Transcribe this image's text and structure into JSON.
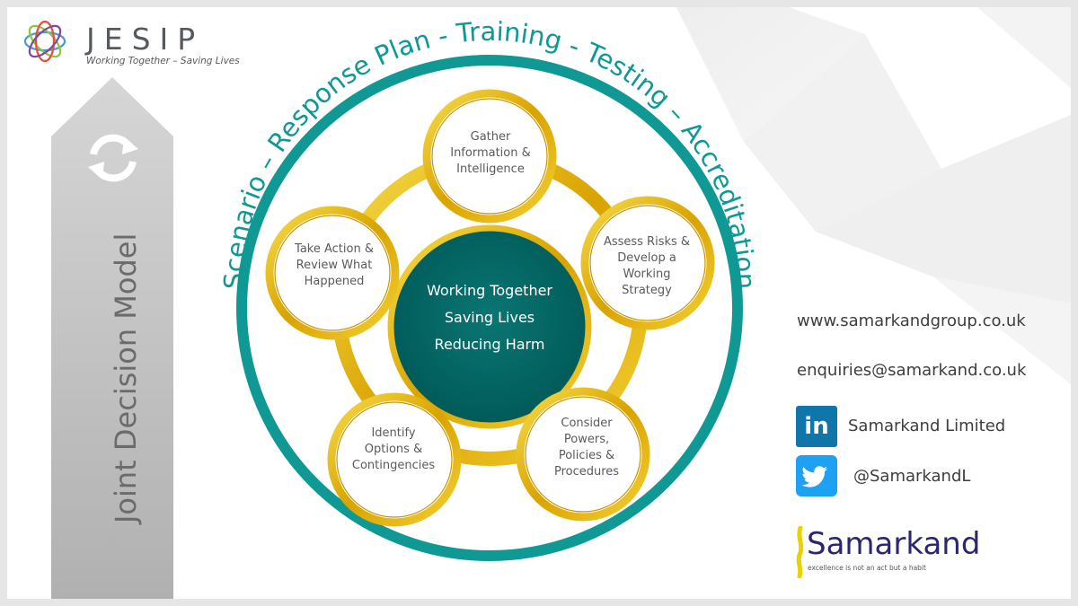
{
  "logo": {
    "name": "JESIP",
    "tagline": "Working Together – Saving Lives"
  },
  "side_arrow": {
    "label": "Joint Decision Model",
    "icon": "refresh-cycle-icon"
  },
  "arc_text": "Scenario – Response Plan - Training - Testing – Accreditation",
  "center": {
    "line1": "Working Together",
    "line2": "Saving Lives",
    "line3": "Reducing Harm"
  },
  "nodes": [
    {
      "line1": "Gather",
      "line2": "Information &",
      "line3": "Intelligence"
    },
    {
      "line1": "Assess Risks &",
      "line2": "Develop a",
      "line3": "Working",
      "line4": "Strategy"
    },
    {
      "line1": "Consider",
      "line2": "Powers,",
      "line3": "Policies &",
      "line4": "Procedures"
    },
    {
      "line1": "Identify",
      "line2": "Options &",
      "line3": "Contingencies"
    },
    {
      "line1": "Take Action &",
      "line2": "Review What",
      "line3": "Happened"
    }
  ],
  "contact": {
    "website": "www.samarkandgroup.co.uk",
    "email": "enquiries@samarkand.co.uk",
    "linkedin_label": "Samarkand Limited",
    "linkedin_icon_text": "in",
    "twitter_label": "@SamarkandL"
  },
  "brand": {
    "name": "Samarkand",
    "tagline": "excellence is not an act but a habit"
  },
  "colors": {
    "teal_ring": "#0f9894",
    "center_fill": "#006a67",
    "gold": "#e4b20b",
    "arrow_gray": "#bdbdbd"
  }
}
